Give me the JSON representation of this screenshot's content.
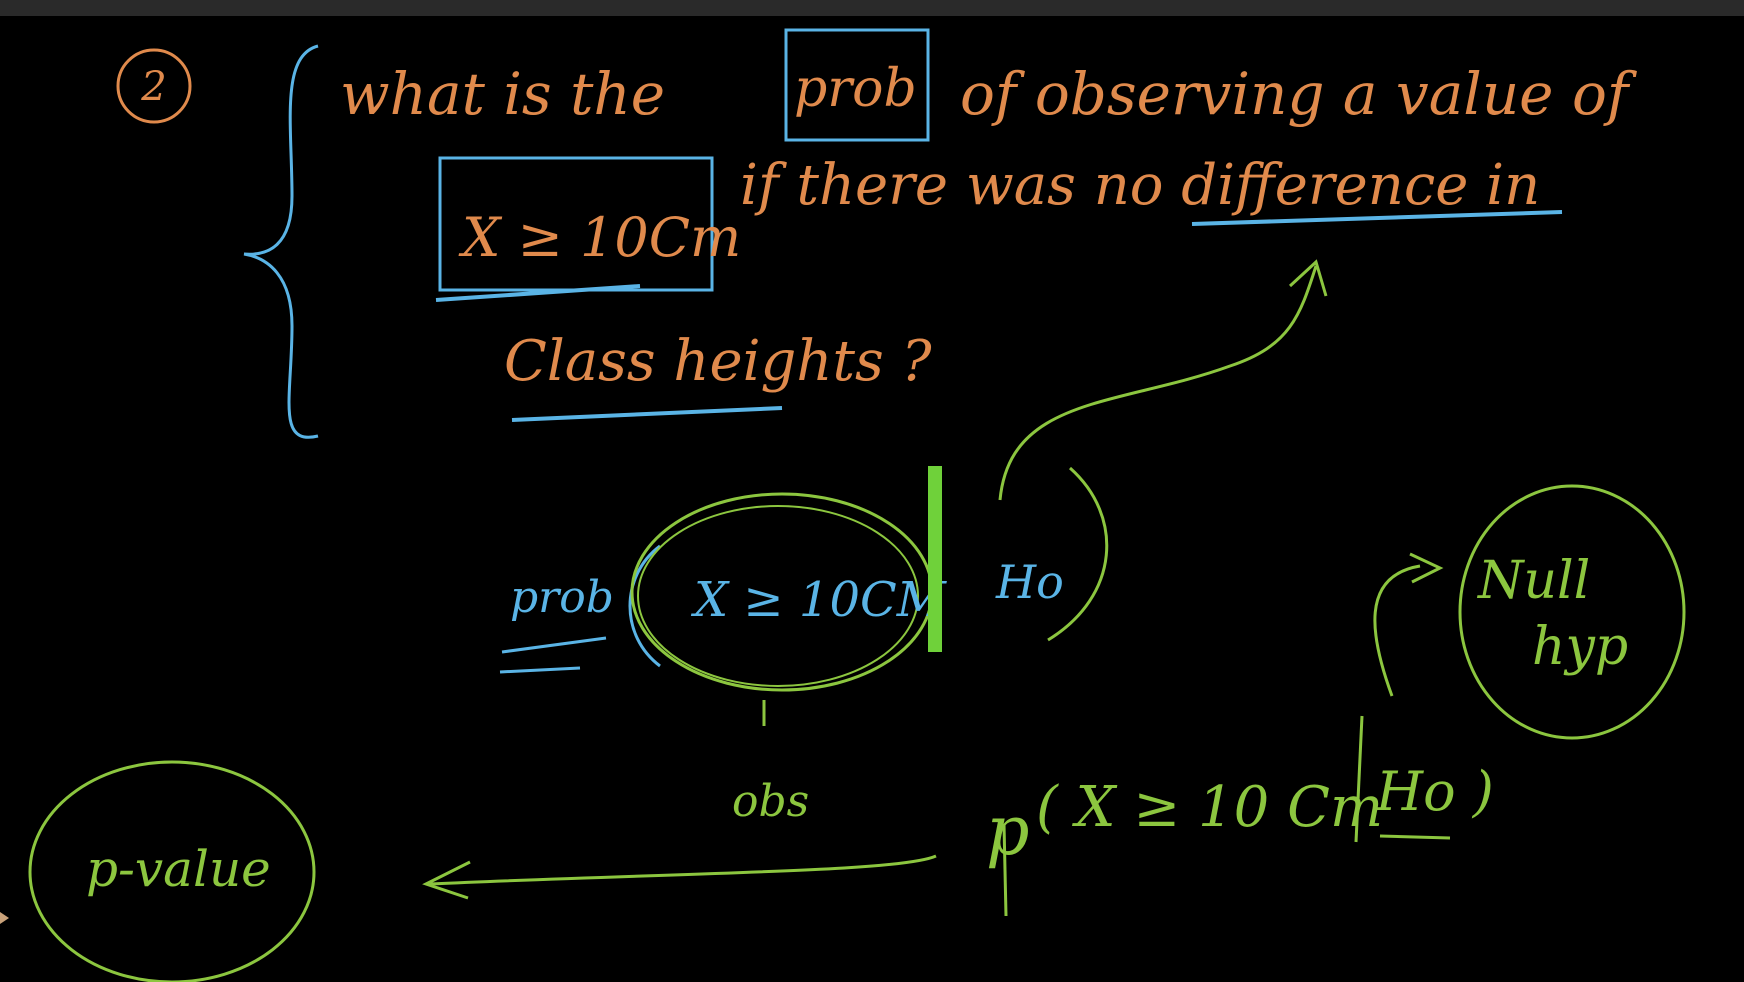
{
  "colors": {
    "orange": "#e08a4c",
    "blue": "#5ab4e6",
    "green": "#8cc63f",
    "bright_green": "#6fd13a",
    "bg": "#000000"
  },
  "note": {
    "step_number": "2",
    "question_line1_a": "what is the",
    "question_prob": "prob",
    "question_line1_b": "of observing a value of",
    "question_value": "X ≥ 10Cm",
    "question_line2": "if there was no difference in",
    "question_line3": "Class heights ?"
  },
  "expression": {
    "prob_label": "prob",
    "observed": "X ≥ 10CM",
    "given": "Ho",
    "obs_label": "obs"
  },
  "null_hyp": {
    "line1": "Null",
    "line2": "hyp"
  },
  "p_expression": {
    "p": "p",
    "value": "( X ≥ 10 Cm",
    "given": "Ho )"
  },
  "pvalue": {
    "label": "p-value"
  }
}
